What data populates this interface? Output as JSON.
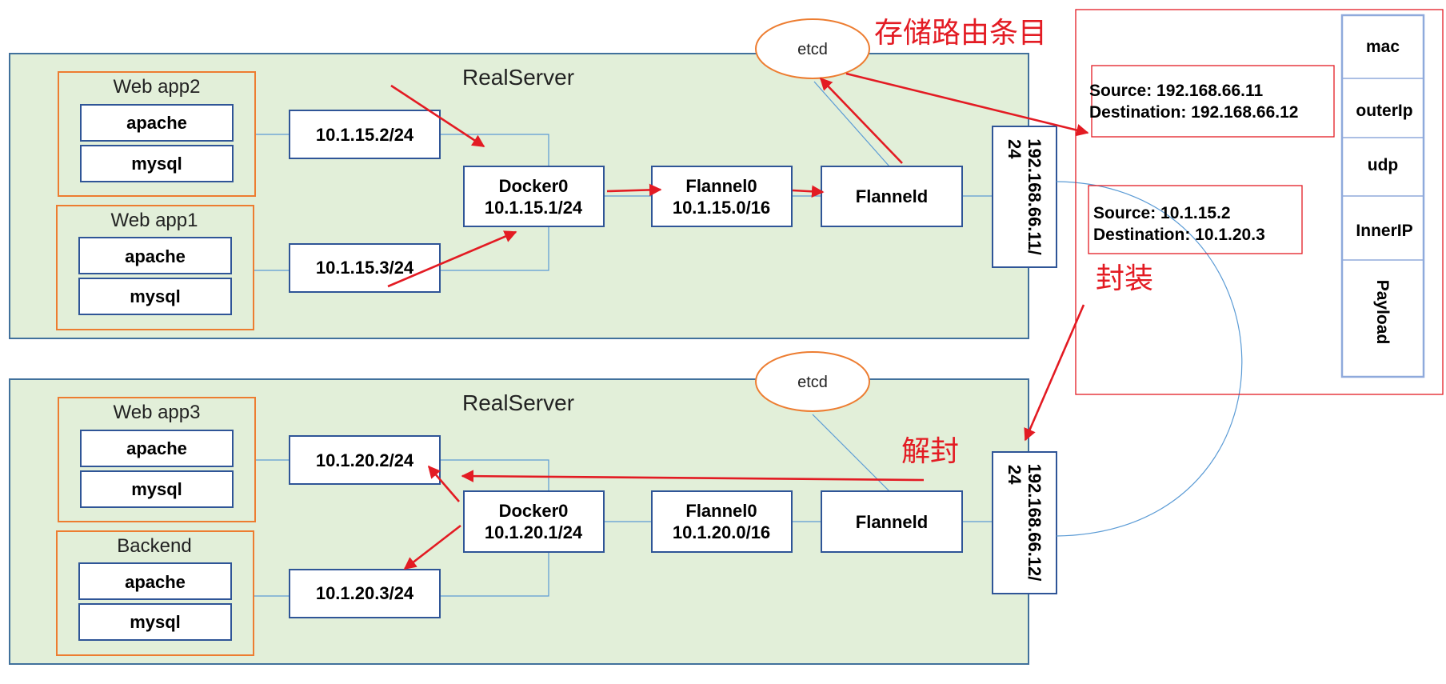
{
  "colors": {
    "server_bg": "#e2efd9",
    "box_border": "#2f5597",
    "app_border": "#ed7d31",
    "wire": "#5b9bd5",
    "arrow": "#e31b23"
  },
  "server_top": {
    "title": "RealServer",
    "etcd": "etcd",
    "apps": [
      {
        "name": "Web app2",
        "items": [
          "apache",
          "mysql"
        ]
      },
      {
        "name": "Web app1",
        "items": [
          "apache",
          "mysql"
        ]
      }
    ],
    "veth": [
      "10.1.15.2/24",
      "10.1.15.3/24"
    ],
    "docker0": {
      "name": "Docker0",
      "ip": "10.1.15.1/24"
    },
    "flannel0": {
      "name": "Flannel0",
      "ip": "10.1.15.0/16"
    },
    "flanneld": "Flanneld",
    "eth_ip": "192.168.66.11/",
    "eth_mask": "24"
  },
  "server_bottom": {
    "title": "RealServer",
    "etcd": "etcd",
    "apps": [
      {
        "name": "Web app3",
        "items": [
          "apache",
          "mysql"
        ]
      },
      {
        "name": "Backend",
        "items": [
          "apache",
          "mysql"
        ]
      }
    ],
    "veth": [
      "10.1.20.2/24",
      "10.1.20.3/24"
    ],
    "docker0": {
      "name": "Docker0",
      "ip": "10.1.20.1/24"
    },
    "flannel0": {
      "name": "Flannel0",
      "ip": "10.1.20.0/16"
    },
    "flanneld": "Flanneld",
    "eth_ip": "192.168.66.12/",
    "eth_mask": "24"
  },
  "annotations": {
    "store_routes": "存储路由条目",
    "encapsulate": "封装",
    "decapsulate": "解封"
  },
  "packet": {
    "outer": {
      "source": "Source:  192.168.66.11",
      "destination": "Destination:  192.168.66.12"
    },
    "inner": {
      "source": "Source:  10.1.15.2",
      "destination": "Destination:  10.1.20.3"
    },
    "layers": [
      "mac",
      "outerIp",
      "udp",
      "InnerIP",
      "Payload"
    ]
  }
}
